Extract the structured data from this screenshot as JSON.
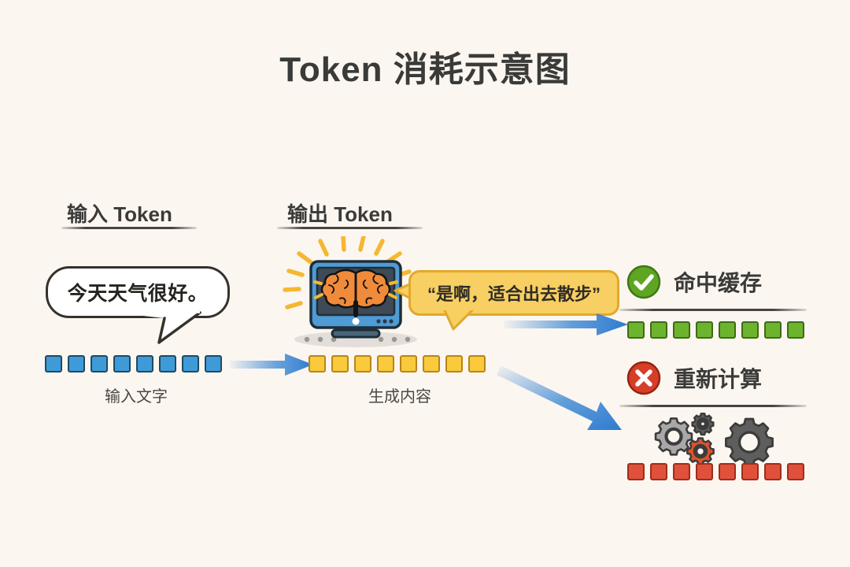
{
  "page": {
    "title": "Token 消耗示意图",
    "background_color": "#FCF6F0"
  },
  "sections": {
    "input": {
      "heading": "输入 Token",
      "bubble_text": "今天天气很好。",
      "token_caption": "输入文字",
      "token_count": 8,
      "token_color": "#3E9BD8"
    },
    "output": {
      "heading": "输出 Token",
      "bubble_text": "“是啊，适合出去散步”",
      "token_caption": "生成内容",
      "token_count": 8,
      "token_color": "#F8CA3C"
    },
    "cache_hit": {
      "label": "命中缓存",
      "icon": "check-circle-icon",
      "icon_color": "#5FA524",
      "token_count": 8,
      "token_color": "#6DB42E"
    },
    "recompute": {
      "label": "重新计算",
      "icon": "x-circle-icon",
      "icon_color": "#D63E28",
      "token_count": 8,
      "token_color": "#E1503A"
    }
  },
  "graphics": {
    "monitor": {
      "name": "computer-monitor-with-brain",
      "screen_color": "#3E4A55",
      "bezel_color": "#4F9BD4",
      "brain_color": "#F08B3C",
      "rays_color": "#F5B731"
    },
    "gears": {
      "name": "gears-cluster",
      "colors": [
        "#A8A8A8",
        "#5E5E5E",
        "#E0522C",
        "#5E5E5E"
      ]
    },
    "arrows": [
      {
        "name": "arrow-input-to-output",
        "direction": "right",
        "color": "#3A87D4"
      },
      {
        "name": "arrow-output-to-cache-hit",
        "direction": "right",
        "color": "#3A87D4"
      },
      {
        "name": "arrow-output-to-recompute",
        "direction": "down-right",
        "color": "#3A87D4"
      }
    ]
  }
}
